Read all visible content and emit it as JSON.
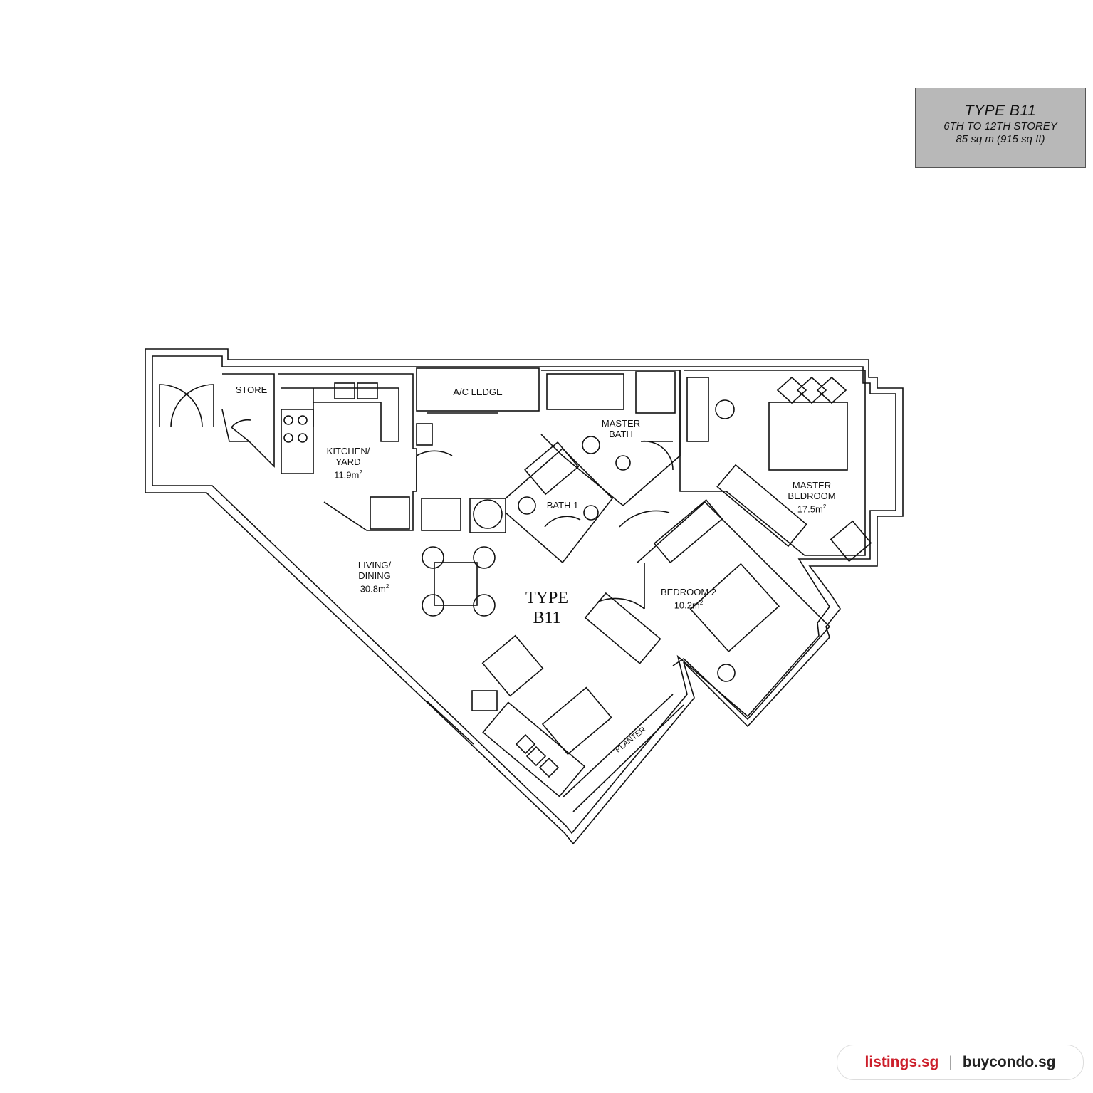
{
  "info_box": {
    "type_label": "TYPE B11",
    "storey": "6TH TO 12TH STOREY",
    "area": "85 sq m (915 sq ft)"
  },
  "rooms": {
    "store": {
      "name": "STORE"
    },
    "ac_ledge": {
      "name": "A/C LEDGE"
    },
    "kitchen": {
      "name": "KITCHEN/",
      "name2": "YARD",
      "area": "11.9m",
      "sup": "2"
    },
    "master_bath": {
      "name": "MASTER",
      "name2": "BATH"
    },
    "bath1": {
      "name": "BATH 1"
    },
    "master_bedroom": {
      "name": "MASTER",
      "name2": "BEDROOM",
      "area": "17.5m",
      "sup": "2"
    },
    "living": {
      "name": "LIVING/",
      "name2": "DINING",
      "area": "30.8m",
      "sup": "2"
    },
    "bedroom2": {
      "name": "BEDROOM 2",
      "area": "10.2m",
      "sup": "2"
    },
    "planter": {
      "name": "PLANTER"
    }
  },
  "unit_type": {
    "line1": "TYPE",
    "line2": "B11"
  },
  "watermark": {
    "site1": "listings.sg",
    "separator": "|",
    "site2": "buycondo.sg"
  }
}
